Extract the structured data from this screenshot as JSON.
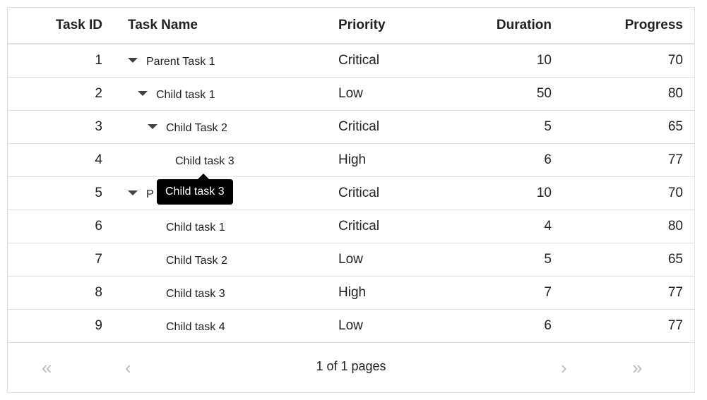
{
  "columns": {
    "task_id": "Task ID",
    "task_name": "Task Name",
    "priority": "Priority",
    "duration": "Duration",
    "progress": "Progress"
  },
  "rows": [
    {
      "id": "1",
      "name": "Parent Task 1",
      "priority": "Critical",
      "duration": "10",
      "progress": "70",
      "level": 0,
      "expandable": true
    },
    {
      "id": "2",
      "name": "Child task 1",
      "priority": "Low",
      "duration": "50",
      "progress": "80",
      "level": 1,
      "expandable": true
    },
    {
      "id": "3",
      "name": "Child Task 2",
      "priority": "Critical",
      "duration": "5",
      "progress": "65",
      "level": 2,
      "expandable": true
    },
    {
      "id": "4",
      "name": "Child task 3",
      "priority": "High",
      "duration": "6",
      "progress": "77",
      "level": 3,
      "expandable": false
    },
    {
      "id": "5",
      "name": "P",
      "priority": "Critical",
      "duration": "10",
      "progress": "70",
      "level": 0,
      "expandable": true
    },
    {
      "id": "6",
      "name": "Child task 1",
      "priority": "Critical",
      "duration": "4",
      "progress": "80",
      "level": 1,
      "expandable": false
    },
    {
      "id": "7",
      "name": "Child Task 2",
      "priority": "Low",
      "duration": "5",
      "progress": "65",
      "level": 1,
      "expandable": false
    },
    {
      "id": "8",
      "name": "Child task 3",
      "priority": "High",
      "duration": "7",
      "progress": "77",
      "level": 1,
      "expandable": false
    },
    {
      "id": "9",
      "name": "Child task 4",
      "priority": "Low",
      "duration": "6",
      "progress": "77",
      "level": 1,
      "expandable": false
    }
  ],
  "tooltip": {
    "text": "Child task 3"
  },
  "pager": {
    "info": "1 of 1 pages",
    "first_icon": "double-chevron-left-icon",
    "prev_icon": "chevron-left-icon",
    "next_icon": "chevron-right-icon",
    "last_icon": "double-chevron-right-icon"
  },
  "colors": {
    "border": "#e0e0e0",
    "text": "#212121",
    "disabled_icon": "#bdbdbd",
    "tooltip_bg": "#000000"
  }
}
